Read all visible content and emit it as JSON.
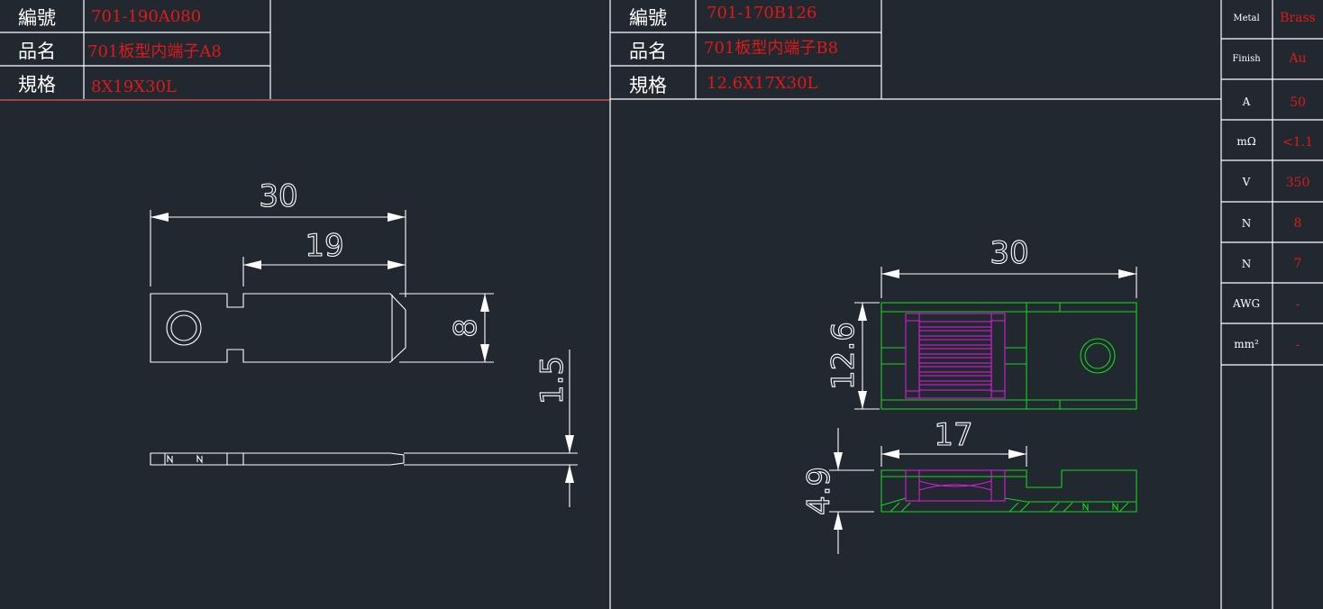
{
  "left_part": {
    "rows": [
      {
        "label": "編號",
        "value": "701-190A080"
      },
      {
        "label": "品名",
        "value": "701板型内端子A8"
      },
      {
        "label": "規格",
        "value": "8X19X30L"
      }
    ],
    "dimensions": {
      "overall_length": "30",
      "slot_length": "19",
      "width": "8",
      "thickness": "1.5"
    }
  },
  "right_part": {
    "rows": [
      {
        "label": "編號",
        "value": "701-170B126"
      },
      {
        "label": "品名",
        "value": "701板型内端子B8"
      },
      {
        "label": "規格",
        "value": "12.6X17X30L"
      }
    ],
    "dimensions": {
      "overall_length": "30",
      "width": "12.6",
      "spring_length": "17",
      "height": "4.9"
    }
  },
  "spec_table": [
    {
      "label": "Metal",
      "value": "Brass"
    },
    {
      "label": "Finish",
      "value": "Au"
    },
    {
      "label": "A",
      "value": "50"
    },
    {
      "label": "mΩ",
      "value": "<1.1"
    },
    {
      "label": "V",
      "value": "350"
    },
    {
      "label": "N",
      "value": "8"
    },
    {
      "label": "N",
      "value": "7"
    },
    {
      "label": "AWG",
      "value": "-"
    },
    {
      "label": "mm²",
      "value": "-"
    }
  ],
  "colors": {
    "background": "#212830",
    "line": "#ffffff",
    "value_text": "#e01818",
    "outline_green": "#19d41e",
    "spring_magenta": "#d51ed8"
  }
}
